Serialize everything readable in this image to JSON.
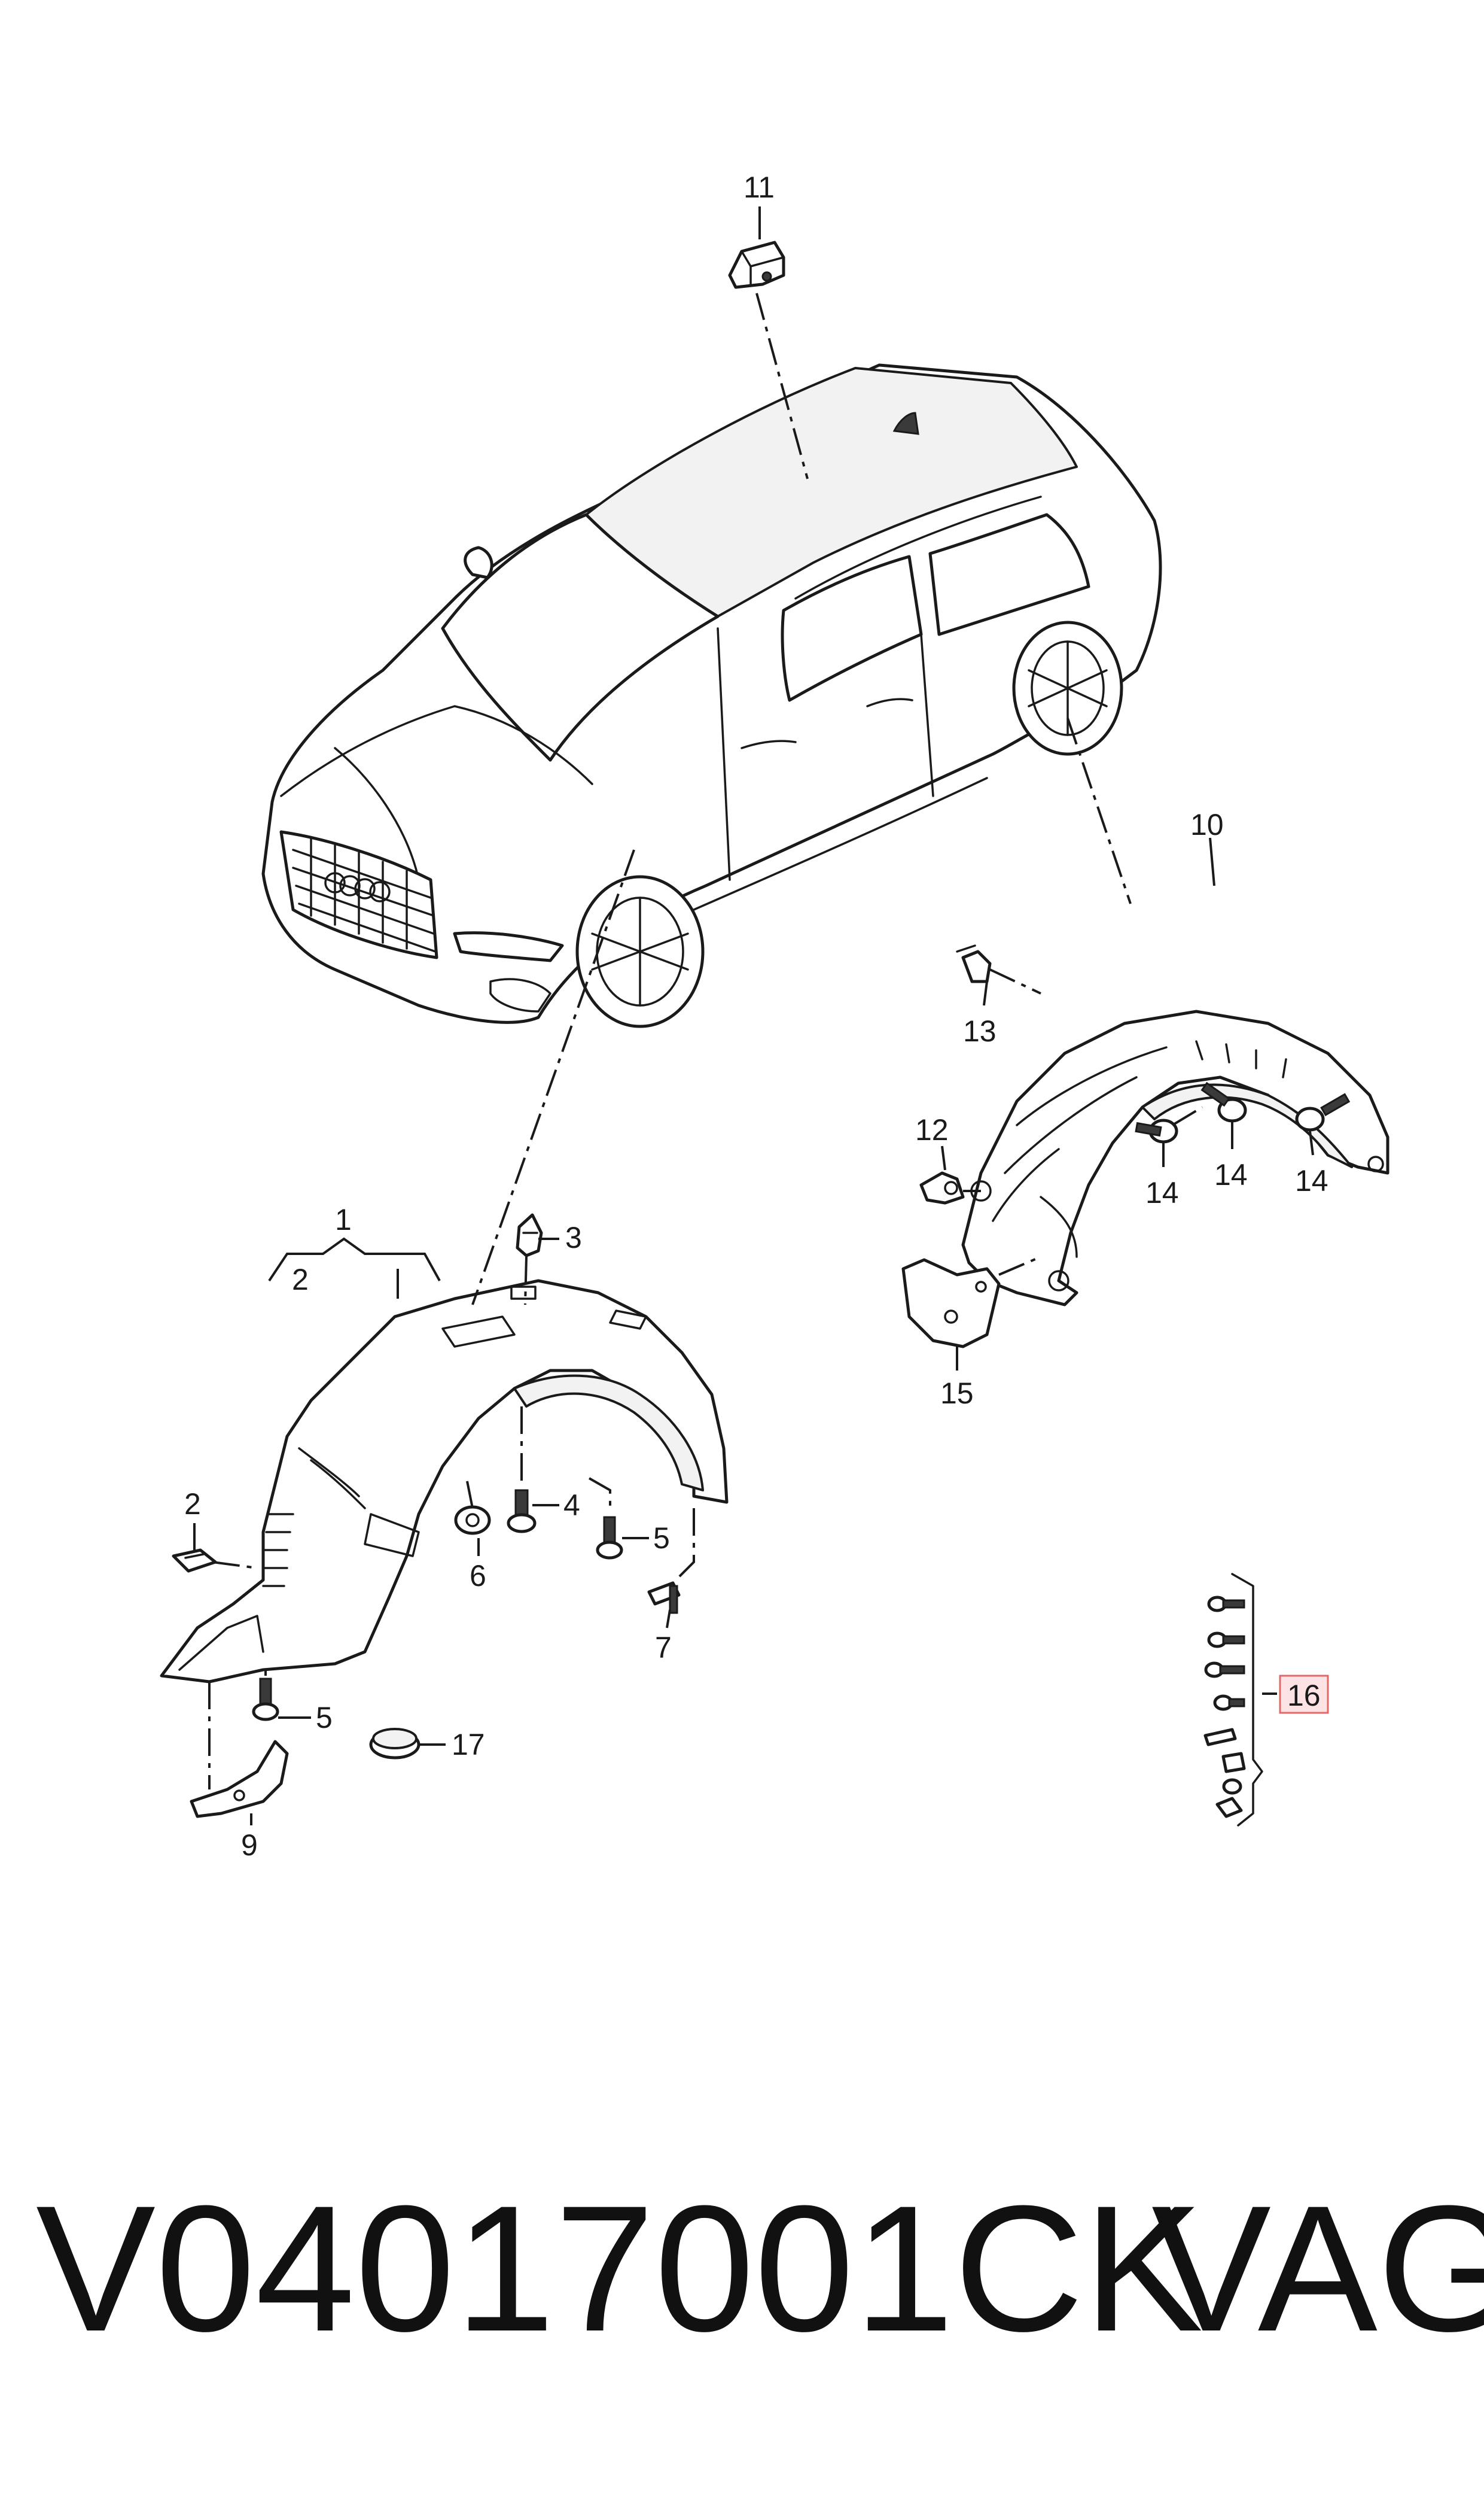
{
  "callouts": {
    "c1": "1",
    "c2_top": "2",
    "c2_left": "2",
    "c3": "3",
    "c4": "4",
    "c5_a": "5",
    "c5_b": "5",
    "c6": "6",
    "c7": "7",
    "c9": "9",
    "c10": "10",
    "c11": "11",
    "c12": "12",
    "c13": "13",
    "c14_a": "14",
    "c14_b": "14",
    "c14_c": "14",
    "c15": "15",
    "c16": "16",
    "c17": "17"
  },
  "footer": {
    "part_code": "V04017001CK",
    "brand": "VAG"
  },
  "colors": {
    "line": "#1a1a1a",
    "highlight_fill": "#fde3e3",
    "highlight_stroke": "#e06a6a"
  }
}
